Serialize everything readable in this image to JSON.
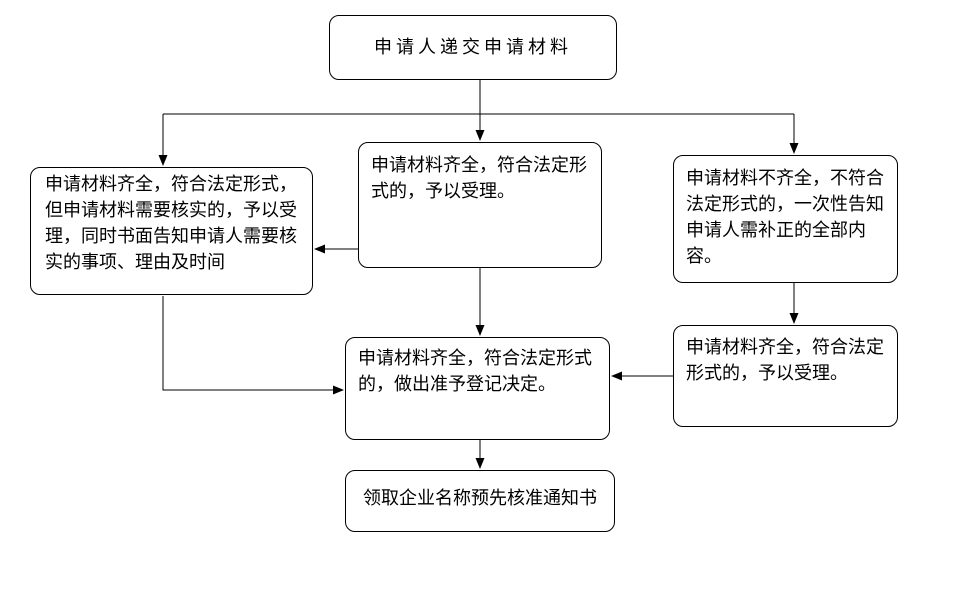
{
  "flowchart": {
    "nodes": {
      "submit": {
        "label": "申请人递交申请材料"
      },
      "verify": {
        "label": "申请材料齐全，符合法定形式，但申请材料需要核实的，予以受理，同时书面告知申请人需要核实的事项、理由及时间"
      },
      "accept_center": {
        "label": "申请材料齐全，符合法定形式的，予以受理。"
      },
      "incomplete": {
        "label": "申请材料不齐全，不符合法定形式的，一次性告知申请人需补正的全部内容。"
      },
      "accept_right": {
        "label": "申请材料齐全，符合法定形式的，予以受理。"
      },
      "approve": {
        "label": "申请材料齐全，符合法定形式的，做出准予登记决定。"
      },
      "notice": {
        "label": "领取企业名称预先核准通知书"
      }
    },
    "colors": {
      "line": "#000000",
      "border": "#000000",
      "box_fill": "#ffffff",
      "background": "#ffffff",
      "text": "#000000"
    }
  }
}
